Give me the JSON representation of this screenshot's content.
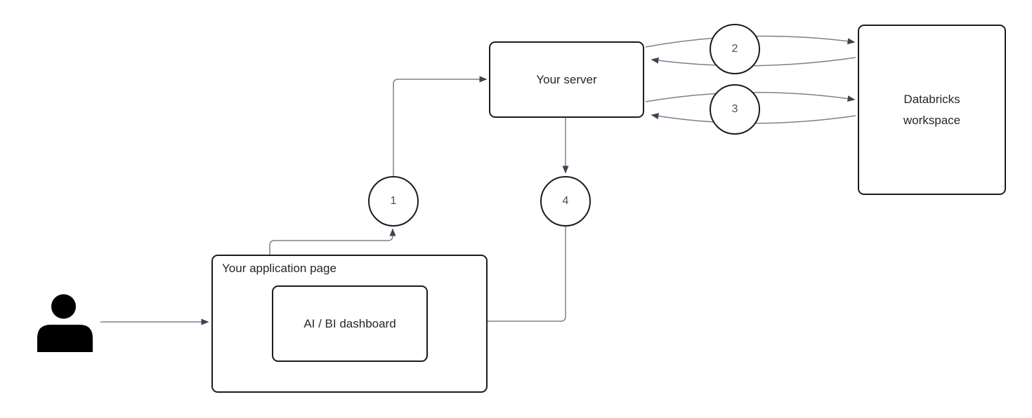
{
  "diagram": {
    "nodes": {
      "user": {
        "icon": "person-icon"
      },
      "application_page": {
        "label": "Your application page"
      },
      "dashboard": {
        "label": "AI / BI dashboard"
      },
      "server": {
        "label": "Your server"
      },
      "databricks": {
        "label": "Databricks workspace"
      }
    },
    "steps": [
      {
        "number": "1"
      },
      {
        "number": "2"
      },
      {
        "number": "3"
      },
      {
        "number": "4"
      }
    ],
    "connections": [
      {
        "from": "user",
        "to": "application_page"
      },
      {
        "from": "application_page",
        "to": "server",
        "step": "1"
      },
      {
        "from": "server",
        "to": "databricks",
        "bidirectional": true,
        "step": "2"
      },
      {
        "from": "server",
        "to": "databricks",
        "bidirectional": true,
        "step": "3"
      },
      {
        "from": "server",
        "to": "dashboard",
        "step": "4"
      }
    ],
    "colors": {
      "background": "#ffffff",
      "box_border": "#1a1c1f",
      "text": "#23262b",
      "connector": "#7a8290",
      "arrowhead": "#3c4450",
      "step_number": "#4a4e54",
      "icon": "#000000"
    }
  }
}
